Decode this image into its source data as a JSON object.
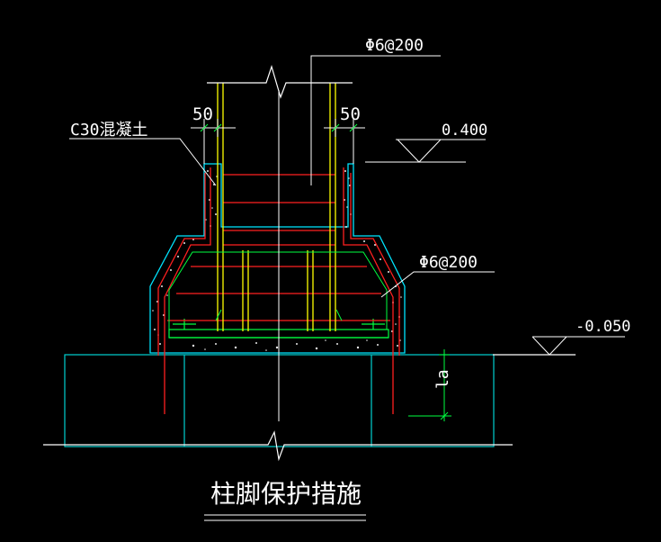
{
  "drawing": {
    "title": "柱脚保护措施",
    "colors": {
      "background": "#000000",
      "white_lines": "#ffffff",
      "column": "#ffff00",
      "rebar": "#ff2020",
      "concrete_outline": "#00e5ff",
      "ground_outline": "#00d0d0",
      "dimension": "#00ff40",
      "plate": "#00ff40",
      "centerline": "#ffffff"
    },
    "labels": {
      "concrete": "C30混凝土",
      "stirrup_top": "Φ6@200",
      "stirrup_mid": "Φ6@200",
      "dim_left": "50",
      "dim_right": "50",
      "elevation_top": "0.400",
      "elevation_ground": "-0.050",
      "anchor_length": "la"
    }
  }
}
